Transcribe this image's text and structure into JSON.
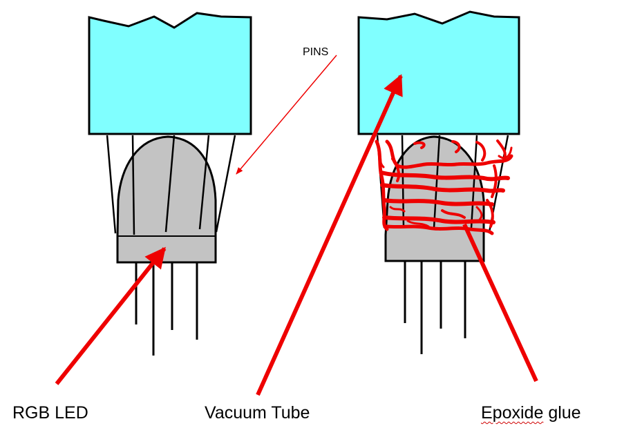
{
  "labels": {
    "pins": "PINS",
    "rgb_led": "RGB LED",
    "vacuum_tube": "Vacuum Tube",
    "epoxide_word": "Epoxide",
    "glue_word": "glue"
  },
  "colors": {
    "tube_fill": "#80ffff",
    "led_fill": "#c3c3c3",
    "outline": "#000000",
    "arrow": "#ee0000",
    "glue": "#ee0000",
    "spellcheck_underline": "#d00000"
  }
}
